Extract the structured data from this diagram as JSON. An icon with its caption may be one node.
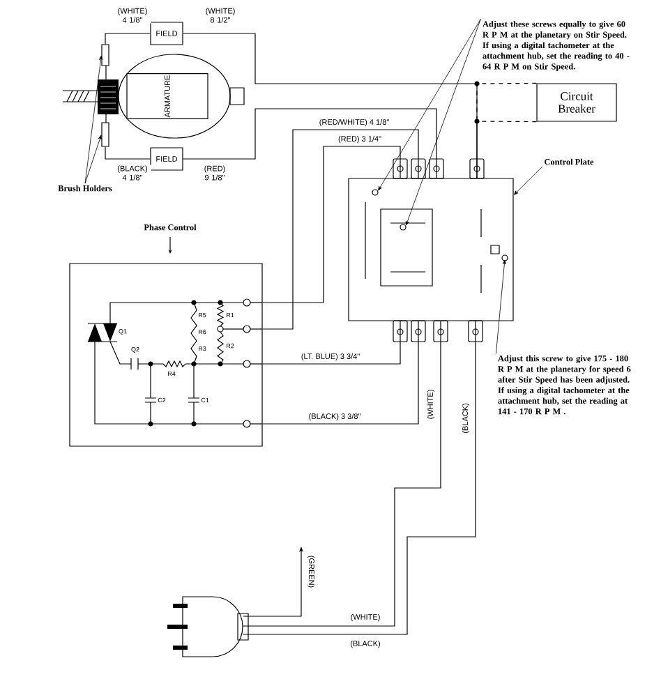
{
  "diagram": {
    "nodes": [
      {
        "text": [
          "FIELD"
        ]
      },
      {
        "text": [
          "ARMATURE"
        ]
      },
      {
        "text": [
          "FIELD"
        ]
      },
      {
        "text": [],
        "shape": "box"
      },
      {
        "text": [],
        "shape": "box"
      },
      {
        "text": [
          "Brush Holders"
        ]
      },
      {
        "text": [
          "Adjust these screws equally to give 60 R P M at the planetary on Stir Speed. If using a digital tachometer at the attachment hub, set the reading to 40 - 64 R P M on Stir Speed."
        ]
      },
      {
        "text": [
          "Circuit Breaker"
        ]
      },
      {
        "text": [],
        "shape": "box"
      },
      {
        "text": [
          "Control Plate"
        ]
      },
      {
        "text": [
          "Phase Control"
        ]
      },
      {
        "text": [
          "Adjust this screw to give 175 - 180 R P M at the planetary for speed 6 after Stir Speed has been adjusted. If using a digital tachometer at the attachment hub, set the reading at 141 - 170 R P M ."
        ]
      },
      {
        "text": [],
        "shape": "plug"
      }
    ],
    "edges": [
      {
        "from": 3,
        "to": 0,
        "arrow": "none",
        "label": "(WHITE) 4 1/8\""
      },
      {
        "from": 4,
        "to": 2,
        "arrow": "none",
        "label": "(BLACK) 4 1/8\""
      },
      {
        "from": 0,
        "to": 8,
        "arrow": "none",
        "label": "(WHITE) 8 1/2\""
      },
      {
        "from": 2,
        "to": 8,
        "arrow": "none",
        "label": "(RED) 9 1/8\""
      },
      {
        "from": 7,
        "to": 8,
        "arrow": "none",
        "style": "dashed"
      },
      {
        "from": 7,
        "to": 8,
        "arrow": "none",
        "style": "dashed"
      },
      {
        "from": 10,
        "to": 8,
        "arrow": "none",
        "label": "(RED/WHITE) 4 1/8\""
      },
      {
        "from": 10,
        "to": 8,
        "arrow": "none",
        "label": "(RED) 3 1/4\""
      },
      {
        "from": 10,
        "to": 8,
        "arrow": "none",
        "label": "(LT. BLUE) 3 3/4\""
      },
      {
        "from": 10,
        "to": 8,
        "arrow": "none",
        "label": "(BLACK) 3 3/8\""
      },
      {
        "from": 8,
        "to": 12,
        "arrow": "none",
        "label": "(WHITE)"
      },
      {
        "from": 8,
        "to": 12,
        "arrow": "none",
        "label": "(BLACK)"
      },
      {
        "from": 12,
        "to": null,
        "arrow": "to",
        "label": "(GREEN)"
      },
      {
        "from": 5,
        "to": 3,
        "arrow": "to"
      },
      {
        "from": 5,
        "to": 4,
        "arrow": "to"
      },
      {
        "from": 6,
        "to": 8,
        "arrow": "to"
      },
      {
        "from": 6,
        "to": 8,
        "arrow": "to"
      },
      {
        "from": 11,
        "to": 8,
        "arrow": "to"
      },
      {
        "from": 9,
        "to": 8,
        "arrow": "to"
      }
    ],
    "labels": [
      "Q1",
      "R5",
      "R1",
      "R6",
      "R3",
      "R2",
      "Q2",
      "R4",
      "C2",
      "C1",
      "(WHITE)",
      "(BLACK)"
    ]
  }
}
